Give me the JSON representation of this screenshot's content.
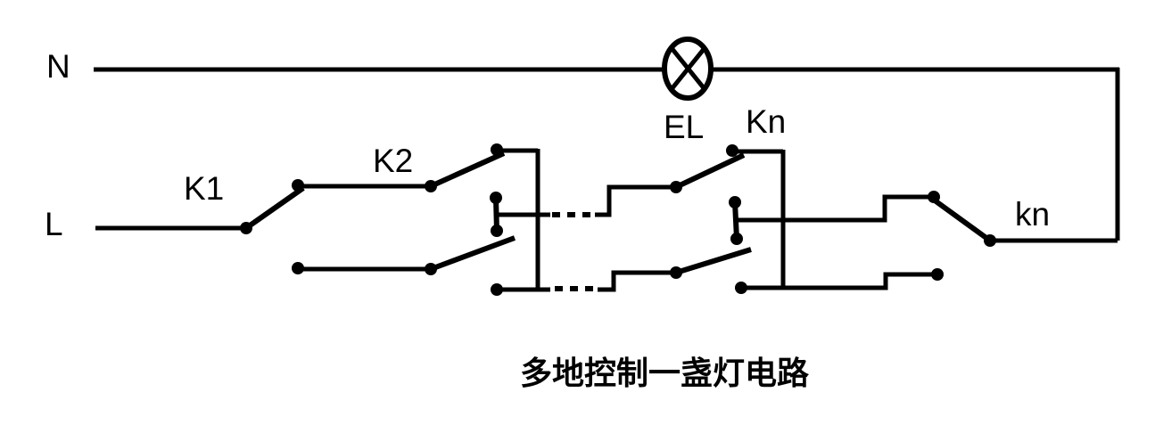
{
  "diagram": {
    "caption": "多地控制一盏灯电路",
    "labels": {
      "neutral": "N",
      "live": "L",
      "switch1": "K1",
      "switch2": "K2",
      "lamp": "EL",
      "switch_n_intermediate": "Kn",
      "switch_n_end": "kn"
    },
    "colors": {
      "line": "#000000",
      "background": "#ffffff"
    }
  }
}
